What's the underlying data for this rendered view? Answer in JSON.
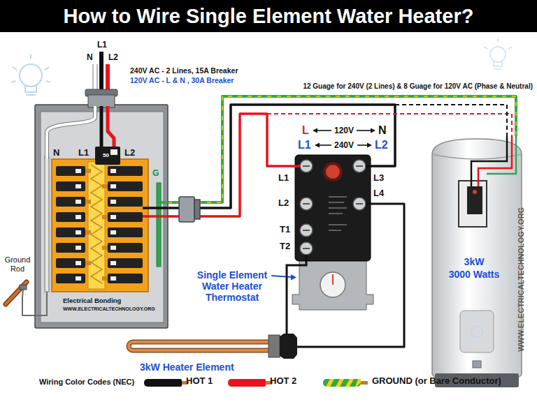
{
  "diagram": {
    "title": "How to Wire Single Element Water Heater?",
    "nodes": [
      {
        "text": [
          "N",
          "L1",
          "50",
          "L2",
          "G",
          "Electrical Bonding",
          "WWW.ELECTRICALTECHNOLOGY.ORG"
        ]
      },
      {
        "text": [
          "L1",
          "L3",
          "L2",
          "L4",
          "T1",
          "T2"
        ]
      },
      {
        "text": [
          "3kW",
          "3000 Watts"
        ]
      },
      {
        "text": [
          "Ground Rod"
        ]
      },
      {
        "text": [
          "3kW Heater Element"
        ]
      }
    ],
    "edges": [
      {
        "from": 0,
        "to": 1,
        "arrow": "none"
      },
      {
        "from": 0,
        "to": 1,
        "arrow": "none"
      },
      {
        "from": 0,
        "to": 2,
        "arrow": "none"
      },
      {
        "from": 1,
        "to": 4,
        "arrow": "none"
      },
      {
        "from": 1,
        "to": 4,
        "arrow": "none"
      },
      {
        "from": 3,
        "to": 0,
        "arrow": "none"
      }
    ],
    "labels": [
      "L1",
      "N",
      "L2",
      "240V AC - 2 Lines, 15A Breaker",
      "120V AC - L & N , 30A Breaker",
      "12 Guage for 240V (2 Lines) & 8 Guage for 120V AC (Phase & Neutral)",
      "L",
      "120V",
      "N",
      "L1",
      "240V",
      "L2",
      "Single Element Water Heater Thermostat",
      "WWW.ELECTRICALTECHNOLOGY.ORG",
      "Wiring Color Codes (NEC)"
    ],
    "legend": [
      {
        "text": "HOT 1",
        "color": "#111111"
      },
      {
        "text": "HOT 2",
        "color": "#e8141b"
      },
      {
        "text": "GROUND (or Bare Conductor)"
      }
    ]
  }
}
